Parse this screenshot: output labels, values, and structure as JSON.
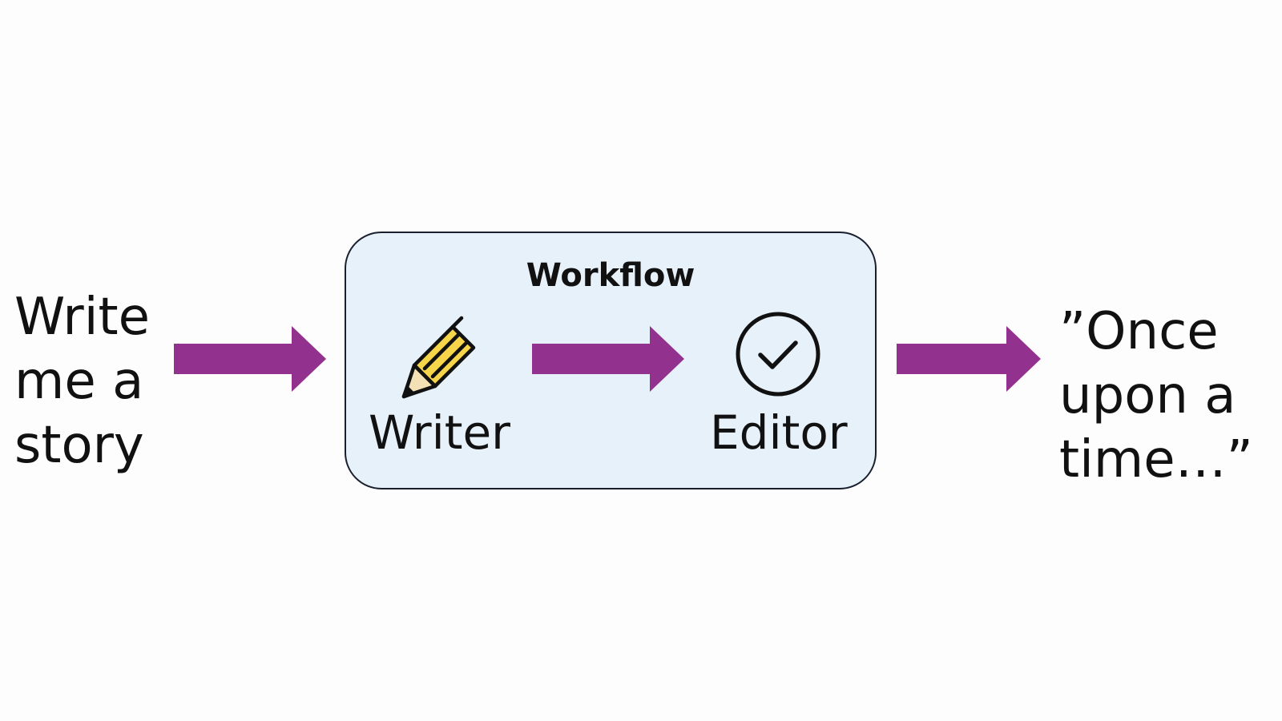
{
  "input": {
    "lines": [
      "Write",
      "me a",
      "story"
    ]
  },
  "workflow": {
    "title": "Workflow",
    "writer": {
      "label": "Writer",
      "icon": "pencil-icon"
    },
    "editor": {
      "label": "Editor",
      "icon": "check-circle-icon"
    }
  },
  "output": {
    "lines": [
      "”Once",
      "upon a",
      "time…”"
    ]
  },
  "colors": {
    "arrow": "#93318f",
    "box_fill": "#e6f1fa",
    "box_border": "#1a1f2e",
    "pencil_body": "#f7d54a",
    "pencil_eraser": "#f28b6c",
    "pencil_tip": "#f3e1b5"
  }
}
